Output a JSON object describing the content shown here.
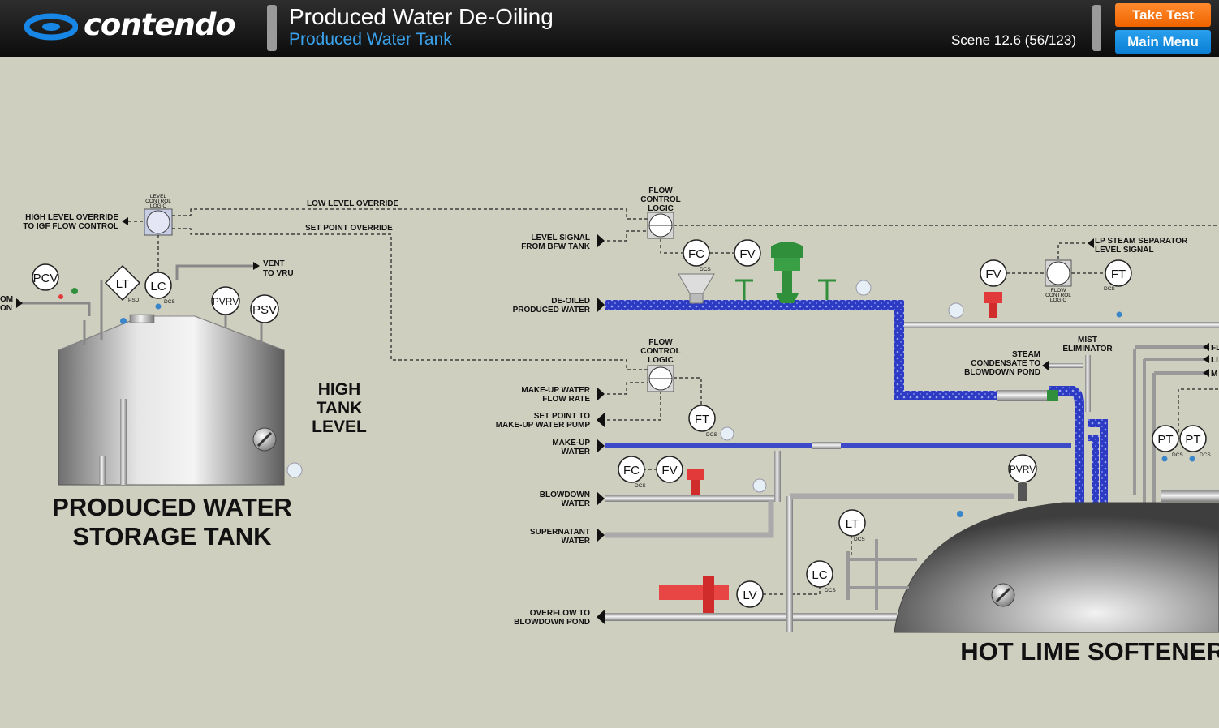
{
  "header": {
    "logo_text": "contendo",
    "title": "Produced Water De-Oiling",
    "subtitle": "Produced Water Tank",
    "scene": "Scene 12.6 (56/123)",
    "take_test_label": "Take Test",
    "main_menu_label": "Main Menu"
  },
  "diagram": {
    "produced_tank_title": [
      "PRODUCED WATER",
      "STORAGE TANK"
    ],
    "high_tank_level": [
      "HIGH",
      "TANK",
      "LEVEL"
    ],
    "softener_title": "HOT LIME SOFTENER",
    "high_level_override": [
      "HIGH LEVEL OVERRIDE",
      "TO IGF FLOW CONTROL"
    ],
    "low_level_override": "LOW LEVEL OVERRIDE",
    "set_point_override": "SET POINT OVERRIDE",
    "level_control_logic": [
      "LEVEL",
      "CONTROL",
      "LOGIC"
    ],
    "flow_control_logic": [
      "FLOW",
      "CONTROL",
      "LOGIC"
    ],
    "vent_to_vru": [
      "VENT",
      "TO VRU"
    ],
    "inlet_partial": [
      "OM",
      "ON"
    ],
    "level_signal_bfw": [
      "LEVEL SIGNAL",
      "FROM BFW TANK"
    ],
    "de_oiled_water": [
      "DE-OILED",
      "PRODUCED WATER"
    ],
    "make_up_flow_rate": [
      "MAKE-UP WATER",
      "FLOW RATE"
    ],
    "set_point_pump": [
      "SET POINT TO",
      "MAKE-UP WATER PUMP"
    ],
    "make_up_water": [
      "MAKE-UP",
      "WATER"
    ],
    "blowdown_water": [
      "BLOWDOWN",
      "WATER"
    ],
    "supernatant_water": [
      "SUPERNATANT",
      "WATER"
    ],
    "overflow": [
      "OVERFLOW  TO",
      "BLOWDOWN POND"
    ],
    "lp_steam_separator": [
      "LP STEAM SEPARATOR",
      "LEVEL SIGNAL"
    ],
    "steam_condensate": [
      "STEAM",
      "CONDENSATE  TO",
      "BLOWDOWN POND"
    ],
    "mist_eliminator": [
      "MIST",
      "ELIMINATOR"
    ],
    "flow_control_logic_small": [
      "FLOW",
      "CONTROL",
      "LOGIC"
    ],
    "right_edge_partial": [
      "FL",
      "LI",
      "M"
    ],
    "dcs": "DCS",
    "psd": "PSD",
    "instruments": {
      "pcv": "PCV",
      "lt": "LT",
      "lc": "LC",
      "pvrv": "PVRV",
      "psv": "PSV",
      "fc": "FC",
      "fv": "FV",
      "ft": "FT",
      "pt": "PT",
      "lv": "LV"
    }
  },
  "colors": {
    "accent_orange": "#f47a17",
    "accent_blue": "#1189e0",
    "background": "#cfcfc0",
    "process_blue": "#2d3bc4",
    "valve_green": "#2f8f3a",
    "valve_red": "#e23a3a"
  }
}
